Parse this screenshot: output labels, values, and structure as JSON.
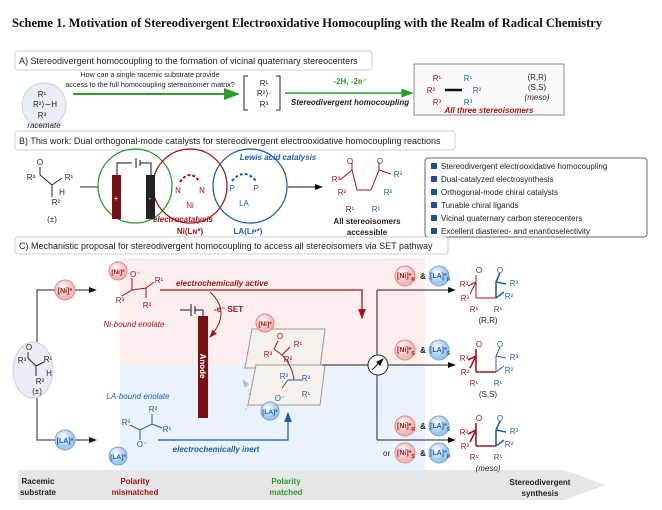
{
  "title": "Scheme 1. Motivation of Stereodivergent Electrooxidative Homocoupling with the Realm of Radical Chemistry",
  "colors": {
    "red": "#a3141a",
    "blue": "#1f5fa8",
    "green": "#2a9d2a",
    "pink_bg": "#fdeeee",
    "blue_bg": "#eaf2fb",
    "anode": "#7a0f14"
  },
  "sectionA": {
    "header": "A) Stereodivergent homocoupling to the formation of vicinal quaternary stereocenters",
    "racemate": {
      "r1": "R¹",
      "r2h": "R²⟩∼H",
      "r3": "R³",
      "label": "racemate"
    },
    "question_line1": "How can a single racemic substrate provide",
    "question_line2": "access to the full homocoupling stereoisomer matrix?",
    "radical": {
      "r1": "R¹",
      "r2": "R²⟩·",
      "r3": "R³"
    },
    "conditions": "-2H, -2e⁻",
    "arrow_label": "Stereodivergent homocoupling",
    "product": {
      "r1a": "R¹",
      "r2a": "R²",
      "r3a": "R³",
      "r1b": "R¹",
      "r2b": "R²",
      "r3b": "R³"
    },
    "isomers": [
      "(R,R)",
      "(S,S)",
      "(meso)"
    ],
    "result_label": "All three stereoisomers"
  },
  "sectionB": {
    "header": "B) This work: Dual orthogonal-mode catalysts for stereodivergent electrooxidative homocoupling reactions",
    "substrate": {
      "o": "O",
      "r3": "R³",
      "r1": "R¹",
      "r2": "R²",
      "h": "H",
      "pm": "(±)"
    },
    "electrodes": {
      "plus": "+",
      "minus": "-"
    },
    "ni_ligand": {
      "n1": "N",
      "n2": "N",
      "ni": "Ni"
    },
    "la_ligand": {
      "p1": "P",
      "p2": "P",
      "la": "LA"
    },
    "electrocatalysis": "electrocatalysis",
    "ni_catalyst": "Ni(Lɴ*)",
    "lewis_acid": "Lewis acid catalysis",
    "la_catalyst": "LA(Lᴘ*)",
    "product": {
      "o1": "O",
      "o2": "O",
      "r3a": "R³",
      "r3b": "R³",
      "r2a": "R²",
      "r2b": "R²",
      "r1a": "R¹",
      "r1b": "R¹"
    },
    "outcome_line1": "All stereoisomers",
    "outcome_line2": "accessible",
    "features": [
      "Stereodivergent electrooxidative homocoupling",
      "Dual-catalyzed electrosynthesis",
      "Orthogonal-mode chiral catalysts",
      "Tunable chiral ligands",
      "Vicinal quaternary carbon stereocenters",
      "Excellent diastereo- and enantioselectivity"
    ]
  },
  "sectionC": {
    "header": "C) Mechanistic proposal for stereodivergent homocoupling to access all stereoisomers via SET pathway",
    "ni_cat": "[Ni]*",
    "la_cat": "[LA]*",
    "substrate": {
      "o": "O",
      "r3": "R³",
      "r1": "R¹",
      "r2": "R²",
      "h": "H",
      "pm": "(±)"
    },
    "ni_enolate": {
      "o": "O⁻",
      "r3": "R³",
      "r1": "R¹",
      "r2": "R²",
      "label": "Ni-bound enolate"
    },
    "la_enolate": {
      "o": "O⁻",
      "r3": "R³",
      "r1": "R¹",
      "r2": "R²",
      "label": "LA-bound enolate"
    },
    "active": "electrochemically active",
    "inert": "electrochemically inert",
    "set": "-e⁻ SET",
    "anode": "Anode",
    "planes": {
      "o": "O",
      "r3": "R³",
      "r1": "R¹",
      "r2": "R²",
      "o2": "O⁻",
      "r3b": "R³",
      "r2b": "R²",
      "r1b": "R¹"
    },
    "pairs": [
      {
        "ni": "[Ni]*",
        "ni_sub": "R",
        "la": "[LA]*",
        "la_sub": "R",
        "amp": "&"
      },
      {
        "ni": "[Ni]*",
        "ni_sub": "S",
        "la": "[LA]*",
        "la_sub": "S",
        "amp": "&"
      },
      {
        "ni": "[Ni]*",
        "ni_sub": "R",
        "la": "[LA]*",
        "la_sub": "S",
        "amp": "&"
      },
      {
        "ni": "[Ni]*",
        "ni_sub": "S",
        "la": "[LA]*",
        "la_sub": "R",
        "amp": "&",
        "prefix": "or"
      }
    ],
    "products": [
      {
        "label": "(R,R)",
        "o1": "O",
        "o2": "O",
        "r3a": "R³",
        "r3b": "R³",
        "r2a": "R²",
        "r2b": "R²",
        "r1a": "R¹",
        "r1b": "R¹"
      },
      {
        "label": "(S,S)",
        "o1": "O",
        "o2": "O",
        "r3a": "R³",
        "r3b": "R³",
        "r2a": "R²",
        "r2b": "R²",
        "r1a": "R¹",
        "r1b": "R¹"
      },
      {
        "label": "(meso)",
        "o1": "O",
        "o2": "O",
        "r3a": "R³",
        "r3b": "R³",
        "r2a": "R²",
        "r2b": "R²",
        "r1a": "R¹",
        "r1b": "R¹"
      }
    ],
    "bottom": {
      "racemic_1": "Racemic",
      "racemic_2": "substrate",
      "mismatch_1": "Polarity",
      "mismatch_2": "mismatched",
      "match_1": "Polarity",
      "match_2": "matched",
      "synth_1": "Stereodivergent",
      "synth_2": "synthesis"
    }
  }
}
